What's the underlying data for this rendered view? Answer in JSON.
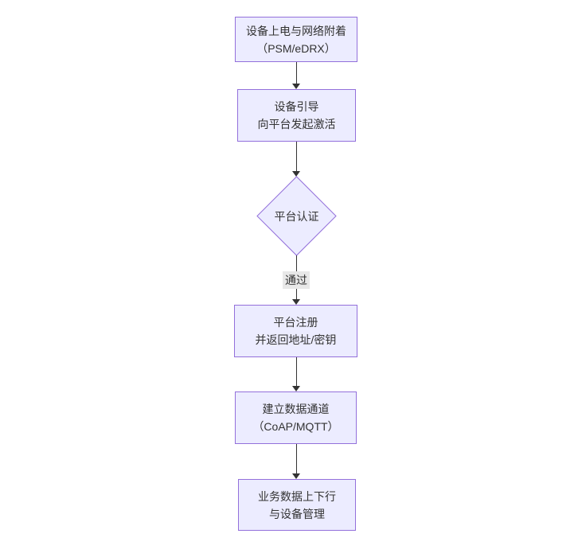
{
  "diagram": {
    "type": "flowchart",
    "direction": "top-down",
    "colors": {
      "node_fill": "#ECECFF",
      "node_border": "#9370DB",
      "text": "#333333",
      "edge": "#333333",
      "edge_label_bg": "#e8e8e8",
      "background": "#ffffff"
    },
    "nodes": [
      {
        "id": "A",
        "shape": "rect",
        "lines": [
          "设备上电与网络附着",
          "（PSM/eDRX）"
        ]
      },
      {
        "id": "B",
        "shape": "rect",
        "lines": [
          "设备引导",
          "向平台发起激活"
        ]
      },
      {
        "id": "C",
        "shape": "diamond",
        "lines": [
          "平台认证"
        ]
      },
      {
        "id": "D",
        "shape": "rect",
        "lines": [
          "平台注册",
          "并返回地址/密钥"
        ]
      },
      {
        "id": "E",
        "shape": "rect",
        "lines": [
          "建立数据通道",
          "（CoAP/MQTT）"
        ]
      },
      {
        "id": "F",
        "shape": "rect",
        "lines": [
          "业务数据上下行",
          "与设备管理"
        ]
      }
    ],
    "edges": [
      {
        "from": "A",
        "to": "B",
        "label": ""
      },
      {
        "from": "B",
        "to": "C",
        "label": ""
      },
      {
        "from": "C",
        "to": "D",
        "label": "通过"
      },
      {
        "from": "D",
        "to": "E",
        "label": ""
      },
      {
        "from": "E",
        "to": "F",
        "label": ""
      }
    ]
  }
}
